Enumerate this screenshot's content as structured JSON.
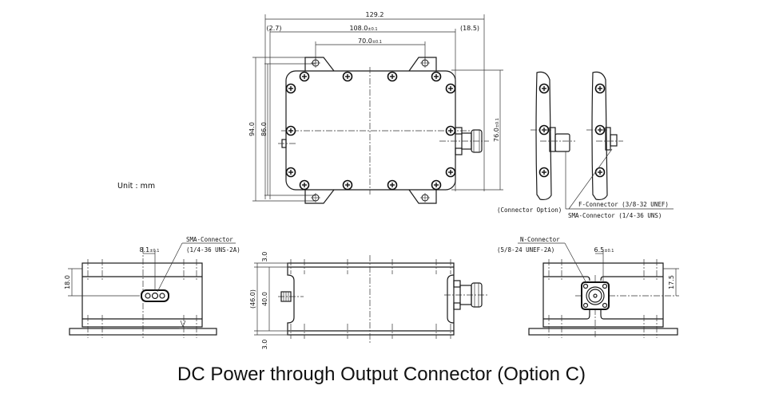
{
  "caption": "DC Power through Output Connector (Option C)",
  "unit_label": "Unit : mm",
  "top_view": {
    "dims": {
      "overall_width": "129.2",
      "left_offset": "(2.7)",
      "body_width": "108.0",
      "body_width_tol": "±0.1",
      "right_offset": "(18.5)",
      "hole_spacing": "70.0",
      "hole_spacing_tol": "±0.1",
      "overall_height": "94.0",
      "inner_height": "86.0",
      "mount_height": "76.0",
      "mount_height_tol": "±0.1"
    }
  },
  "connector_option": {
    "label": "(Connector Option)",
    "f_connector": "F-Connector (3/8-32 UNEF)",
    "sma_connector": "SMA-Connector (1/4-36 UNS)"
  },
  "left_view": {
    "dim_offset": "8.1",
    "dim_offset_tol": "±0.1",
    "dim_height": "18.0",
    "connector_name": "SMA-Connector",
    "connector_spec": "(1/4-36 UNS-2A)"
  },
  "side_view": {
    "flange_top": "3.0",
    "flange_bottom": "3.0",
    "overall_height": "(46.0)",
    "body_height": "40.0"
  },
  "right_view": {
    "connector_name": "N-Connector",
    "connector_spec": "(5/8-24 UNEF-2A)",
    "dim_offset": "6.5",
    "dim_offset_tol": "±0.1",
    "dim_height": "17.5"
  }
}
